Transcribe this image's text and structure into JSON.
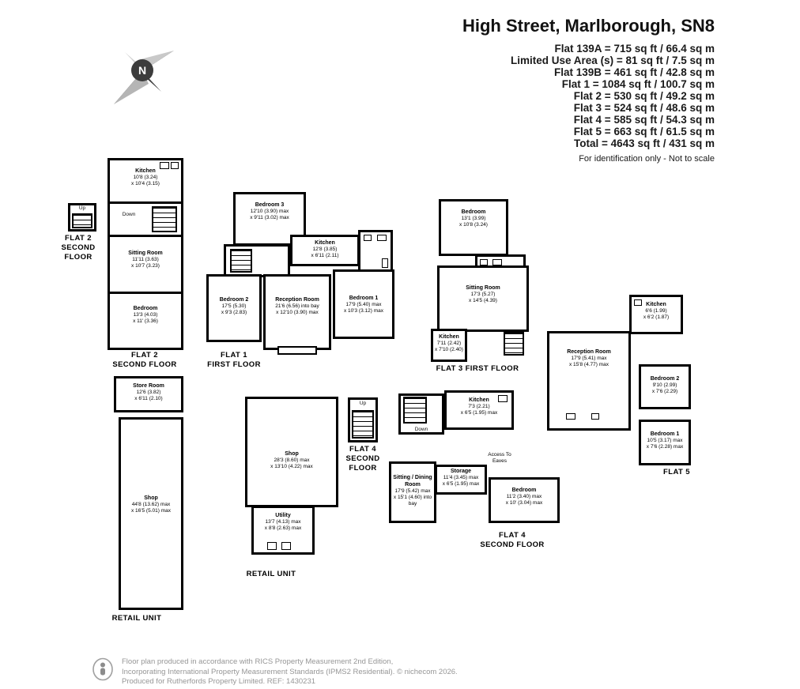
{
  "header": {
    "title": "High Street, Marlborough, SN8",
    "area_lines": [
      "Flat 139A = 715 sq ft / 66.4 sq m",
      "Limited Use Area (s) = 81 sq ft / 7.5 sq m",
      "Flat 139B = 461 sq ft / 42.8 sq m",
      "Flat 1 = 1084 sq ft / 100.7 sq m",
      "Flat 2 = 530 sq ft / 49.2 sq m",
      "Flat 3 = 524 sq ft / 48.6 sq m",
      "Flat 4 = 585 sq ft / 54.3 sq m",
      "Flat 5 = 663 sq ft / 61.5 sq m",
      "Total = 4643 sq ft / 431 sq m"
    ],
    "disclaimer": "For identification only - Not to scale"
  },
  "compass": {
    "north_label": "N"
  },
  "plans": {
    "flat2_landing": {
      "up_label": "Up",
      "caption": [
        "FLAT 2",
        "SECOND",
        "FLOOR"
      ]
    },
    "flat2": {
      "caption": [
        "FLAT 2",
        "SECOND FLOOR"
      ],
      "down_label": "Down",
      "kitchen": {
        "name": "Kitchen",
        "d1": "10'8 (3.24)",
        "d2": "x 10'4 (3.15)"
      },
      "sitting_room": {
        "name": "Sitting Room",
        "d1": "11'11 (3.63)",
        "d2": "x 10'7 (3.23)"
      },
      "bedroom": {
        "name": "Bedroom",
        "d1": "13'3 (4.03)",
        "d2": "x 11' (3.36)"
      }
    },
    "flat1": {
      "caption": [
        "FLAT 1",
        "FIRST FLOOR"
      ],
      "bedroom3": {
        "name": "Bedroom 3",
        "d1": "12'10 (3.90) max",
        "d2": "x 9'11 (3.02) max"
      },
      "kitchen": {
        "name": "Kitchen",
        "d1": "12'8 (3.85)",
        "d2": "x 6'11 (2.11)"
      },
      "bedroom2": {
        "name": "Bedroom 2",
        "d1": "17'5 (5.30)",
        "d2": "x 9'3 (2.83)"
      },
      "reception": {
        "name": "Reception Room",
        "d1": "21'6 (6.56) into bay",
        "d2": "x 12'10 (3.90) max"
      },
      "bedroom1": {
        "name": "Bedroom 1",
        "d1": "17'9 (5.40) max",
        "d2": "x 10'3 (3.12) max"
      }
    },
    "flat3": {
      "caption": [
        "FLAT 3 FIRST FLOOR"
      ],
      "bedroom": {
        "name": "Bedroom",
        "d1": "13'1 (3.99)",
        "d2": "x 10'8 (3.24)"
      },
      "sitting_room": {
        "name": "Sitting Room",
        "d1": "17'3 (5.27)",
        "d2": "x 14'5 (4.39)"
      },
      "kitchen": {
        "name": "Kitchen",
        "d1": "7'11 (2.42)",
        "d2": "x 7'10 (2.40)"
      }
    },
    "flat5": {
      "caption": [
        "FLAT 5"
      ],
      "kitchen": {
        "name": "Kitchen",
        "d1": "6'6 (1.99)",
        "d2": "x 6'2 (1.87)"
      },
      "reception": {
        "name": "Reception Room",
        "d1": "17'9 (5.41) max",
        "d2": "x 15'8 (4.77) max"
      },
      "bedroom2": {
        "name": "Bedroom 2",
        "d1": "9'10 (2.99)",
        "d2": "x 7'6 (2.29)"
      },
      "bedroom1": {
        "name": "Bedroom 1",
        "d1": "10'5 (3.17) max",
        "d2": "x 7'6 (2.28) max"
      }
    },
    "retail_left": {
      "caption": [
        "RETAIL UNIT"
      ],
      "store_room": {
        "name": "Store Room",
        "d1": "12'6 (3.82)",
        "d2": "x 6'11 (2.10)"
      },
      "shop": {
        "name": "Shop",
        "d1": "44'8 (13.62) max",
        "d2": "x 16'5 (5.01) max"
      }
    },
    "retail_mid": {
      "caption": [
        "RETAIL UNIT"
      ],
      "shop": {
        "name": "Shop",
        "d1": "28'3 (8.60) max",
        "d2": "x 13'10 (4.22) max"
      },
      "utility": {
        "name": "Utility",
        "d1": "13'7 (4.13) max",
        "d2": "x 8'8 (2.63) max"
      }
    },
    "flat4_landing": {
      "up_label": "Up",
      "caption": [
        "FLAT 4",
        "SECOND",
        "FLOOR"
      ]
    },
    "flat4": {
      "caption": [
        "FLAT 4",
        "SECOND FLOOR"
      ],
      "down_label": "Down",
      "access": [
        "Access To",
        "Eaves"
      ],
      "kitchen": {
        "name": "Kitchen",
        "d1": "7'3 (2.21)",
        "d2": "x 6'5 (1.95) max"
      },
      "storage": {
        "name": "Storage",
        "d1": "11'4 (3.45) max",
        "d2": "x 6'5 (1.95) max"
      },
      "sitting_dining": {
        "name": "Sitting / Dining Room",
        "d1": "17'9 (5.42) max",
        "d2": "x 15'1 (4.60) into bay"
      },
      "bedroom": {
        "name": "Bedroom",
        "d1": "11'2 (3.40) max",
        "d2": "x 10' (3.04) max"
      }
    }
  },
  "footer": {
    "lines": [
      "Floor plan produced in accordance with RICS Property Measurement 2nd Edition,",
      "Incorporating International Property Measurement Standards (IPMS2 Residential).  © nichecom 2026.",
      "Produced for Rutherfords Property Limited.   REF:  1430231"
    ]
  }
}
